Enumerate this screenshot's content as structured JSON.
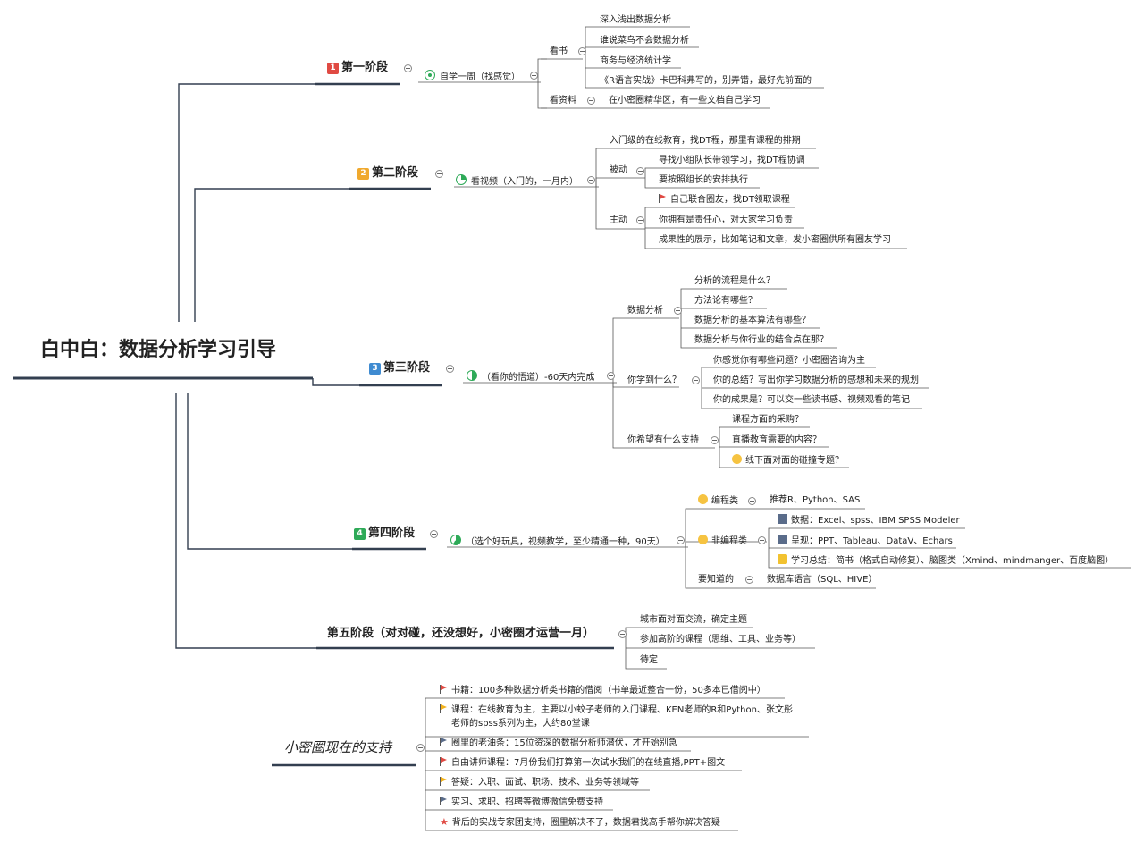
{
  "root": "白中白：数据分析学习引导",
  "stages": [
    {
      "badge": "1",
      "title": "第一阶段",
      "summary": "自学一周（找感觉）"
    },
    {
      "badge": "2",
      "title": "第二阶段",
      "summary": "看视频（入门的，一月内）"
    },
    {
      "badge": "3",
      "title": "第三阶段",
      "summary": "（看你的悟道）-60天内完成"
    },
    {
      "badge": "4",
      "title": "第四阶段",
      "summary": "（选个好玩具，视频教学，至少精通一种，90天）"
    },
    {
      "badge": "",
      "title": "第五阶段（对对碰，还没想好，小密圈才运营一月）",
      "summary": ""
    }
  ],
  "s1": {
    "read_books": "看书",
    "books": [
      "深入浅出数据分析",
      "谁说菜鸟不会数据分析",
      "商务与经济统计学",
      "《R语言实战》卡巴科弗写的，别弄错，最好先前面的"
    ],
    "read_materials": "看资料",
    "materials": "在小密圈精华区，有一些文档自己学习"
  },
  "s2": {
    "intro": "入门级的在线教育，找DT程，那里有课程的排期",
    "passive": "被动",
    "passive_items": [
      "寻找小组队长带领学习，找DT程协调",
      "要按照组长的安排执行"
    ],
    "active": "主动",
    "active_items": [
      "自己联合圈友，找DT领取课程",
      "你拥有是责任心，对大家学习负责",
      "成果性的展示，比如笔记和文章，发小密圈供所有圈友学习"
    ]
  },
  "s3": {
    "analysis": "数据分析",
    "analysis_items": [
      "分析的流程是什么？",
      "方法论有哪些？",
      "数据分析的基本算法有哪些？",
      "数据分析与你行业的结合点在那？"
    ],
    "learned": "你学到什么？",
    "learned_items": [
      "你感觉你有哪些问题？小密圈咨询为主",
      "你的总结？写出你学习数据分析的感想和未来的规划",
      "你的成果是？可以交一些读书感、视频观看的笔记"
    ],
    "hope": "你希望有什么支持",
    "hope_items": [
      "课程方面的采购？",
      "直播教育需要的内容？",
      "线下面对面的碰撞专题？"
    ]
  },
  "s4": {
    "coding": "编程类",
    "coding_item": "推荐R、Python、SAS",
    "noncoding": "非编程类",
    "noncoding_items": [
      "数据：Excel、spss、IBM SPSS Modeler",
      "呈现：PPT、Tableau、DataV、Echars",
      "学习总结：简书（格式自动修复）、脑图类（Xmind、mindmanger、百度脑图）"
    ],
    "know": "要知道的",
    "know_item": "数据库语言（SQL、HIVE）"
  },
  "s5": {
    "items": [
      "城市面对面交流，确定主题",
      "参加高阶的课程（思维、工具、业务等）",
      "待定"
    ]
  },
  "support": {
    "title": "小密圈现在的支持",
    "items": [
      "书籍：100多种数据分析类书籍的借阅（书单最近整合一份，50多本已借阅中）",
      "课程：在线教育为主，主要以小蚊子老师的入门课程、KEN老师的R和Python、张文彤",
      "老师的spss系列为主，大约80堂课",
      "圈里的老油条：15位资深的数据分析师潜伏，才开始别急",
      "自由讲师课程：7月份我们打算第一次试水我们的在线直播,PPT+图文",
      "答疑：入职、面试、职场、技术、业务等领域等",
      "实习、求职、招聘等微博微信免费支持",
      "背后的实战专家团支持，圈里解决不了，数据君找高手帮你解决答疑"
    ]
  },
  "colors": {
    "line": "#333f50",
    "badge1": "#e04a43",
    "badge2": "#f0a92e",
    "badge3": "#3f8bd1",
    "badge4": "#2eaa58"
  }
}
